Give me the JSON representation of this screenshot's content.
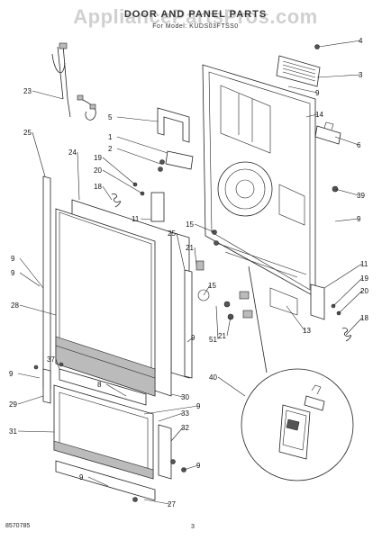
{
  "header": {
    "watermark": "AppliancePartsPros.com",
    "title": "DOOR AND PANEL PARTS",
    "subtitle": "For Model: KUDS03FTSS0"
  },
  "footer": {
    "doc_number": "8570785",
    "page_number": "3"
  },
  "callouts": [
    "4",
    "3",
    "9",
    "14",
    "6",
    "5",
    "1",
    "2",
    "19",
    "20",
    "18",
    "39",
    "9",
    "11",
    "15",
    "25",
    "21",
    "9",
    "23",
    "25",
    "24",
    "9",
    "28",
    "11",
    "19",
    "20",
    "15",
    "9",
    "18",
    "21",
    "51",
    "13",
    "37",
    "9",
    "29",
    "8",
    "30",
    "40",
    "9",
    "31",
    "33",
    "32",
    "9",
    "27",
    "9"
  ]
}
